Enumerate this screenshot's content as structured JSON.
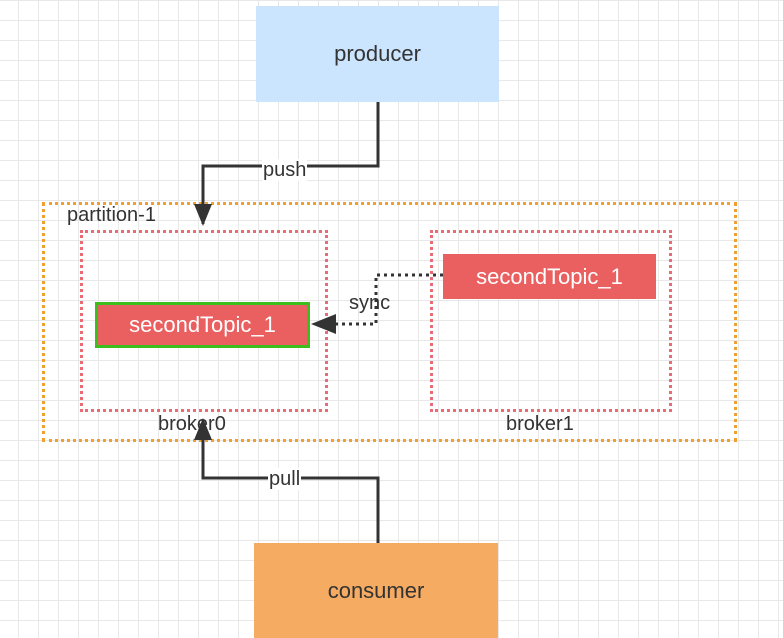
{
  "nodes": {
    "producer": "producer",
    "consumer": "consumer"
  },
  "groups": {
    "partition": "partition-1",
    "broker0": "broker0",
    "broker1": "broker1"
  },
  "topics": {
    "broker0_topic": "secondTopic_1",
    "broker1_topic": "secondTopic_1"
  },
  "edges": {
    "push": "push",
    "pull": "pull",
    "sync": "sync"
  },
  "colors": {
    "producer_fill": "#cce5ff",
    "consumer_fill": "#f5ab61",
    "partition_border": "#f0a030",
    "broker_border": "#ea6b73",
    "topic_fill": "#ea6060",
    "leader_highlight": "#3cbf1c",
    "edge": "#333333"
  }
}
